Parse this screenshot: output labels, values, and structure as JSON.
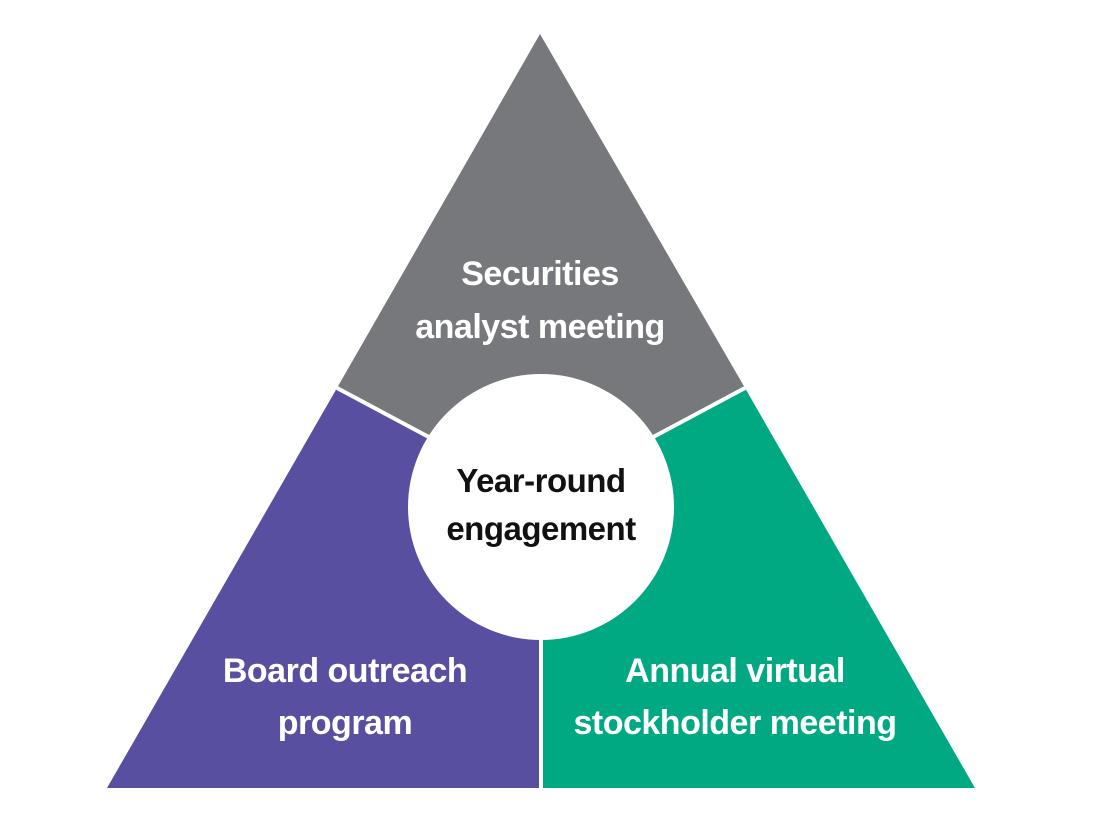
{
  "colors": {
    "top": "#77787b",
    "left": "#584fa0",
    "right": "#00a982",
    "center": "#ffffff",
    "center_text": "#111111",
    "divider": "#ffffff"
  },
  "segments": {
    "top": {
      "line1": "Securities",
      "line2": "analyst meeting"
    },
    "left": {
      "line1": "Board outreach",
      "line2": "program"
    },
    "right": {
      "line1": "Annual virtual",
      "line2": "stockholder meeting"
    }
  },
  "center": {
    "line1": "Year-round",
    "line2": "engagement"
  }
}
